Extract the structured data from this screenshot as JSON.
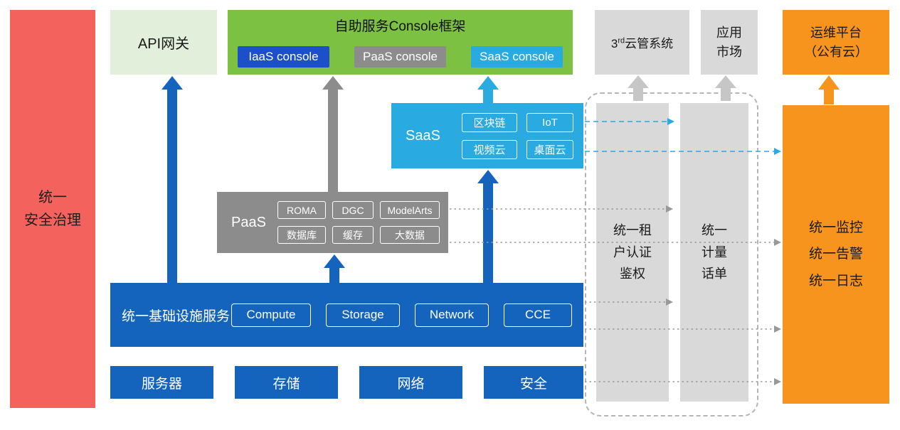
{
  "colors": {
    "red": "#f4625d",
    "pale_green": "#e2efda",
    "green": "#7cc142",
    "blue": "#1464be",
    "console_blue": "#1b50c9",
    "gray": "#8c8c8c",
    "cyan": "#29abe2",
    "light_gray": "#d9d9d9",
    "orange": "#f7941d"
  },
  "left_bar": {
    "label": "统一\n安全治理"
  },
  "top": {
    "api_gateway": "API网关",
    "console_frame": {
      "title": "自助服务Console框架",
      "chips": [
        "IaaS console",
        "PaaS console",
        "SaaS console"
      ]
    },
    "third_cloud": {
      "num": "3",
      "sup": "rd",
      "rest": "云管系统"
    },
    "app_market": "应用\n市场",
    "om_platform": "运维平台\n（公有云）"
  },
  "saas": {
    "label": "SaaS",
    "items": [
      "区块链",
      "IoT",
      "视频云",
      "桌面云"
    ]
  },
  "paas": {
    "label": "PaaS",
    "items": [
      "ROMA",
      "DGC",
      "ModelArts",
      "数据库",
      "缓存",
      "大数据"
    ]
  },
  "iaas": {
    "label": "统一基础设施服务",
    "items": [
      "Compute",
      "Storage",
      "Network",
      "CCE"
    ]
  },
  "hardware": [
    "服务器",
    "存储",
    "网络",
    "安全"
  ],
  "right": {
    "auth": "统一租\n户认证\n鉴权",
    "metering": "统一\n计量\n话单",
    "monitor": "统一监控\n统一告警\n统一日志"
  }
}
